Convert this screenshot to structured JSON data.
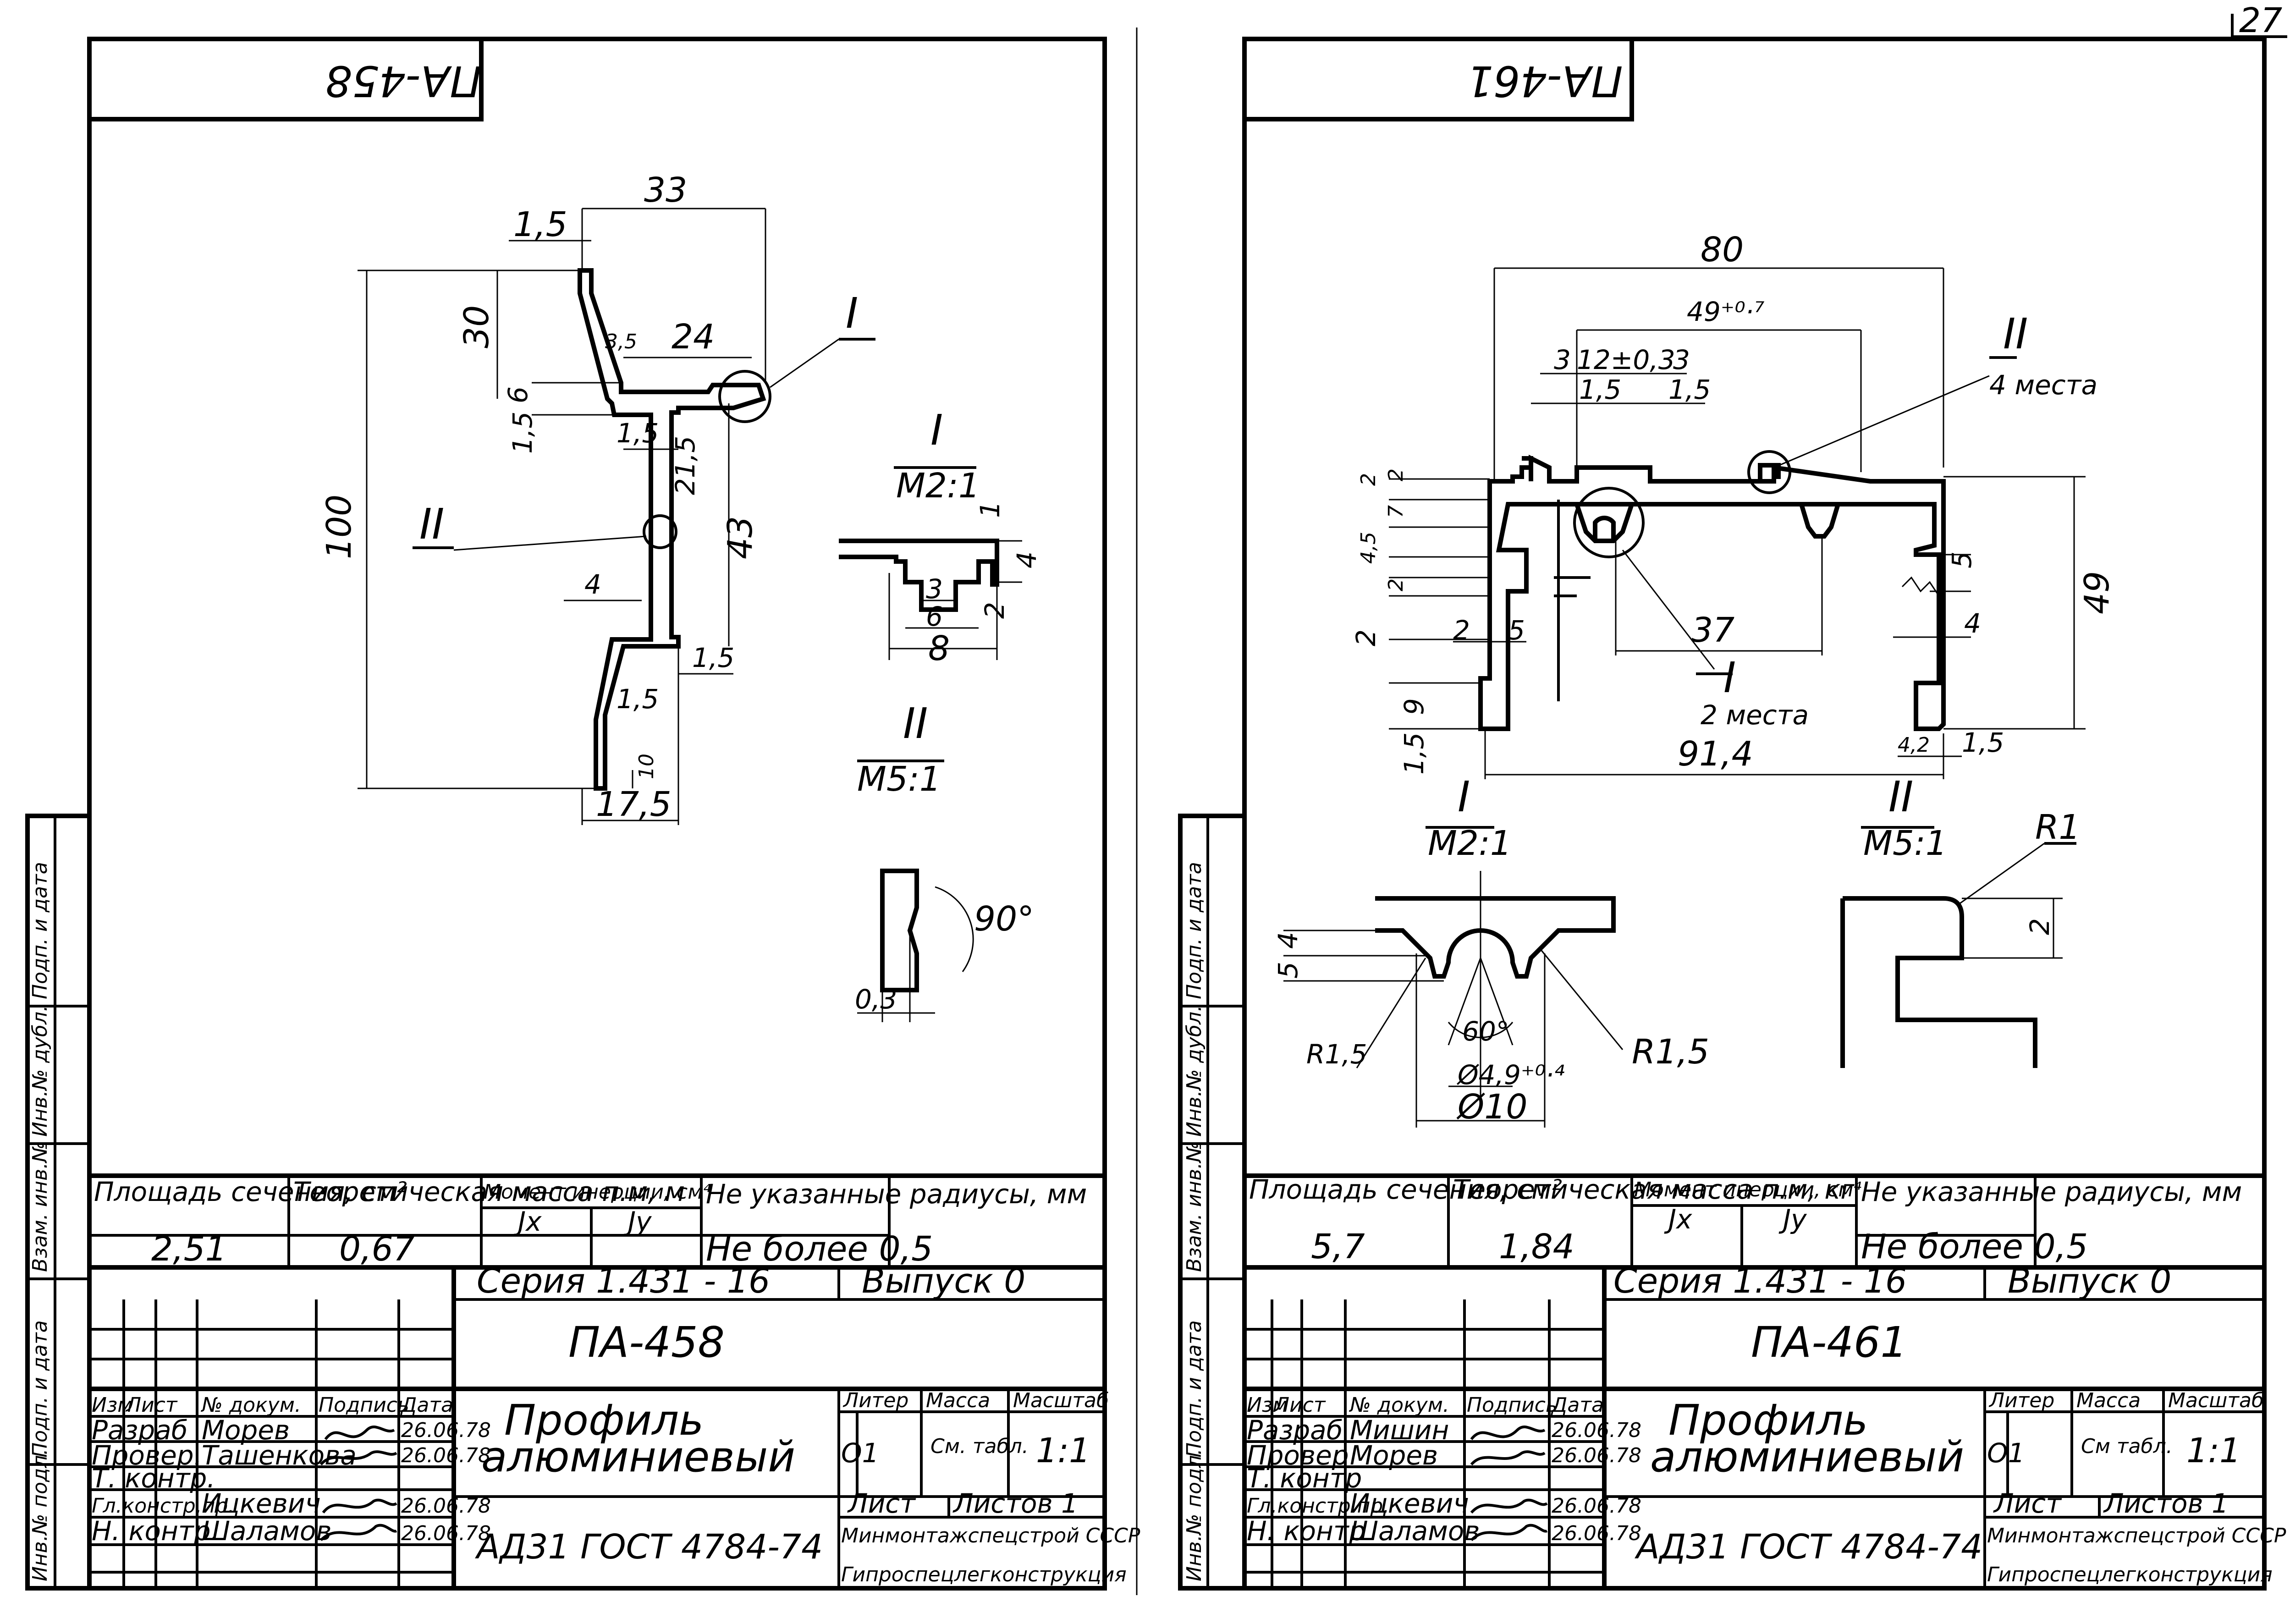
{
  "page_number": "27",
  "sheet_left": {
    "top_label": "ПА-458",
    "dims": {
      "d33": "33",
      "d1_5a": "1,5",
      "d30": "30",
      "d3_5": "3,5",
      "d24": "24",
      "d6": "6",
      "d1_5b": "1,5",
      "d1_5c": "1,5",
      "d21_5": "21,5",
      "d100": "100",
      "d43": "43",
      "d4": "4",
      "d1_5d": "1,5",
      "d1_5e": "1,5",
      "d10": "10",
      "d17_5": "17,5"
    },
    "callouts": {
      "c1": "I",
      "c2": "II"
    },
    "detail1": {
      "label": "I",
      "scale": "М2:1",
      "d1": "1",
      "d4": "4",
      "d2": "2",
      "d3": "3",
      "d6": "6",
      "d8": "8"
    },
    "detail2": {
      "label": "II",
      "scale": "М5:1",
      "angle": "90°",
      "d03": "0,3"
    },
    "table": {
      "h_area": "Площадь сечения, см²",
      "h_mass": "Теоретическая масса п.м, м",
      "h_moment": "Момент инерции, см⁴",
      "h_jx": "Jx",
      "h_jy": "Jy",
      "h_radius": "Не указанные радиусы, мм",
      "v_area": "2,51",
      "v_mass": "0,67",
      "v_radius": "Не более 0,5"
    },
    "stamp": {
      "series": "Серия  1.431 - 16",
      "issue": "Выпуск 0",
      "code": "ПА-458",
      "title1": "Профиль",
      "title2": "алюминиевый",
      "col_izm": "Изм",
      "col_list": "Лист",
      "col_doc": "№ докум.",
      "col_sign": "Подпись",
      "col_date": "Дата",
      "r1_role": "Разраб",
      "r1_name": "Морев",
      "r1_date": "26.06.78",
      "r2_role": "Провер.",
      "r2_name": "Ташенкова",
      "r2_date": "26.06.78",
      "r3_role": "Т. контр.",
      "r4_role": "Гл.констр.пр.",
      "r4_name": "Ицкевич",
      "r4_date": "26.06.78",
      "r5_role": "Н. контр.",
      "r5_name": "Шаламов",
      "r5_date": "26.06.78",
      "h_liter": "Литер",
      "h_massa": "Масса",
      "h_scale": "Масштаб",
      "v_liter": "О1",
      "v_massa": "См. табл.",
      "v_scale": "1:1",
      "sheet": "Лист",
      "sheets": "Листов 1",
      "material": "АД31   ГОСТ 4784-74",
      "org1": "Минмонтажспецстрой СССР",
      "org2": "Гипроспецлегконструкция"
    },
    "side": {
      "s1": "Подп. и дата",
      "s2": "Инв.№ дубл.",
      "s3": "Взам. инв.№",
      "s4": "Подп. и дата",
      "s5": "Инв.№ подл."
    }
  },
  "sheet_right": {
    "top_label": "ПА-461",
    "dims": {
      "d80": "80",
      "d49tol": "49⁺⁰·⁷",
      "d3a": "3",
      "d12": "12±0,3",
      "d3b": "3",
      "d1_5a": "1,5",
      "d1_5b": "1,5",
      "d2a": "2",
      "d2b": "2",
      "d2c": "2",
      "d7": "7",
      "d4_5": "4,5",
      "d2d": "2",
      "d5a": "5",
      "d37": "37",
      "d5b": "5",
      "d4": "4",
      "d49": "49",
      "d9": "9",
      "d1_5c": "1,5",
      "d91_4": "91,4",
      "d4_2": "4,2",
      "d1_5d": "1,5"
    },
    "callouts": {
      "c2": "II",
      "c2note": "4 места",
      "c1": "I",
      "c1note": "2 места"
    },
    "detail1": {
      "label": "I",
      "scale": "М2:1",
      "d4": "4",
      "d5": "5",
      "r1": "R1,5",
      "r2": "R1,5",
      "angle": "60°",
      "d49": "Ø4,9⁺⁰·⁴",
      "d10": "Ø10"
    },
    "detail2": {
      "label": "II",
      "scale": "М5:1",
      "r1": "R1",
      "d2": "2"
    },
    "table": {
      "h_area": "Площадь сечения, см²",
      "h_mass": "Теоретическая масса п.м, кг",
      "h_moment": "Момент инерции, см⁴",
      "h_jx": "Jx",
      "h_jy": "Jy",
      "h_radius": "Не указанные радиусы, мм",
      "v_area": "5,7",
      "v_mass": "1,84",
      "v_radius": "Не более 0,5"
    },
    "stamp": {
      "series": "Серия  1.431 - 16",
      "issue": "Выпуск 0",
      "code": "ПА-461",
      "title1": "Профиль",
      "title2": "алюминиевый",
      "col_izm": "Изм",
      "col_list": "Лист",
      "col_doc": "№ докум.",
      "col_sign": "Подпись",
      "col_date": "Дата",
      "r1_role": "Разраб",
      "r1_name": "Мишин",
      "r1_date": "26.06.78",
      "r2_role": "Провер",
      "r2_name": "Морев",
      "r2_date": "26.06.78",
      "r3_role": "Т. контр",
      "r4_role": "Гл.констр.пр.",
      "r4_name": "Ицкевич",
      "r4_date": "26.06.78",
      "r5_role": "Н. контр",
      "r5_name": "Шаламов",
      "r5_date": "26.06.78",
      "h_liter": "Литер",
      "h_massa": "Масса",
      "h_scale": "Масштаб",
      "v_liter": "О1",
      "v_massa": "См табл.",
      "v_scale": "1:1",
      "sheet": "Лист",
      "sheets": "Листов 1",
      "material": "АД31   ГОСТ 4784-74",
      "org1": "Минмонтажспецстрой СССР",
      "org2": "Гипроспецлегконструкция"
    },
    "side": {
      "s1": "Подп. и дата",
      "s2": "Инв.№ дубл.",
      "s3": "Взам. инв.№",
      "s4": "Подп. и дата",
      "s5": "Инв.№ подл."
    }
  }
}
